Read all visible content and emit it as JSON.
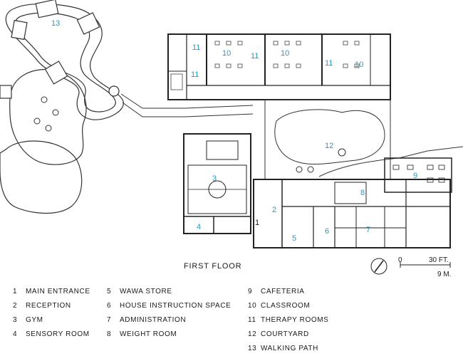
{
  "title": "FIRST FLOOR",
  "scale": {
    "zero": "0",
    "feet": "30 FT.",
    "meters": "9 M."
  },
  "plan_labels": [
    {
      "n": "1"
    },
    {
      "n": "2"
    },
    {
      "n": "3"
    },
    {
      "n": "4"
    },
    {
      "n": "5"
    },
    {
      "n": "6"
    },
    {
      "n": "7"
    },
    {
      "n": "8"
    },
    {
      "n": "9"
    },
    {
      "n": "10"
    },
    {
      "n": "10"
    },
    {
      "n": "10"
    },
    {
      "n": "11"
    },
    {
      "n": "11"
    },
    {
      "n": "11"
    },
    {
      "n": "11"
    },
    {
      "n": "12"
    },
    {
      "n": "13"
    }
  ],
  "legend": [
    {
      "n": "1",
      "label": "MAIN ENTRANCE"
    },
    {
      "n": "2",
      "label": "RECEPTION"
    },
    {
      "n": "3",
      "label": "GYM"
    },
    {
      "n": "4",
      "label": "SENSORY ROOM"
    },
    {
      "n": "5",
      "label": "WAWA STORE"
    },
    {
      "n": "6",
      "label": "HOUSE INSTRUCTION SPACE"
    },
    {
      "n": "7",
      "label": "ADMINISTRATION"
    },
    {
      "n": "8",
      "label": "WEIGHT ROOM"
    },
    {
      "n": "9",
      "label": "CAFETERIA"
    },
    {
      "n": "10",
      "label": "CLASSROOM"
    },
    {
      "n": "11",
      "label": "THERAPY ROOMS"
    },
    {
      "n": "12",
      "label": "COURTYARD"
    },
    {
      "n": "13",
      "label": "WALKING PATH"
    }
  ]
}
